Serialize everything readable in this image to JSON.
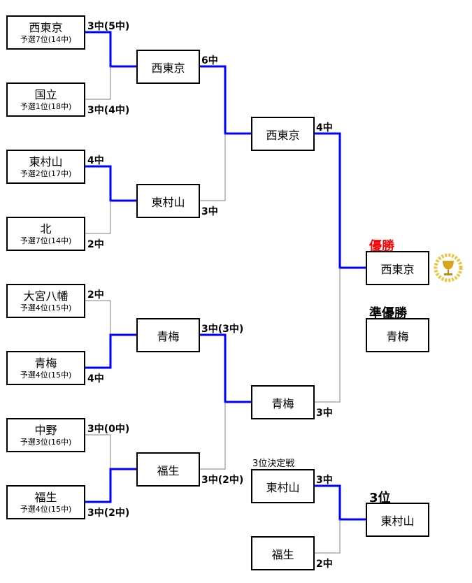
{
  "round1": [
    {
      "name": "西東京",
      "sub": "予選7位(14中)",
      "score": "3中(5中)"
    },
    {
      "name": "国立",
      "sub": "予選1位(18中)",
      "score": "3中(4中)"
    },
    {
      "name": "東村山",
      "sub": "予選2位(17中)",
      "score": "4中"
    },
    {
      "name": "北",
      "sub": "予選7位(14中)",
      "score": "2中"
    },
    {
      "name": "大宮八幡",
      "sub": "予選4位(15中)",
      "score": "2中"
    },
    {
      "name": "青梅",
      "sub": "予選4位(15中)",
      "score": "4中"
    },
    {
      "name": "中野",
      "sub": "予選3位(16中)",
      "score": "3中(0中)"
    },
    {
      "name": "福生",
      "sub": "予選4位(15中)",
      "score": "3中(2中)"
    }
  ],
  "round2": [
    {
      "name": "西東京",
      "score": "6中"
    },
    {
      "name": "東村山",
      "score": "3中"
    },
    {
      "name": "青梅",
      "score": "3中(3中)"
    },
    {
      "name": "福生",
      "score": "3中(2中)"
    }
  ],
  "round3": [
    {
      "name": "西東京",
      "score": "4中"
    },
    {
      "name": "青梅",
      "score": "3中"
    }
  ],
  "final": {
    "winner_label": "優勝",
    "winner": "西東京",
    "runnerup_label": "準優勝",
    "runnerup": "青梅",
    "winner_color": "#ff0000"
  },
  "third_place": {
    "title": "3位決定戦",
    "teams": [
      {
        "name": "東村山",
        "score": "3中"
      },
      {
        "name": "福生",
        "score": "2中"
      }
    ],
    "result_label": "3位",
    "result": "東村山"
  },
  "colors": {
    "winner_line": "#0000ff",
    "loser_line": "#808080"
  },
  "icons": {
    "trophy": "trophy-icon"
  }
}
